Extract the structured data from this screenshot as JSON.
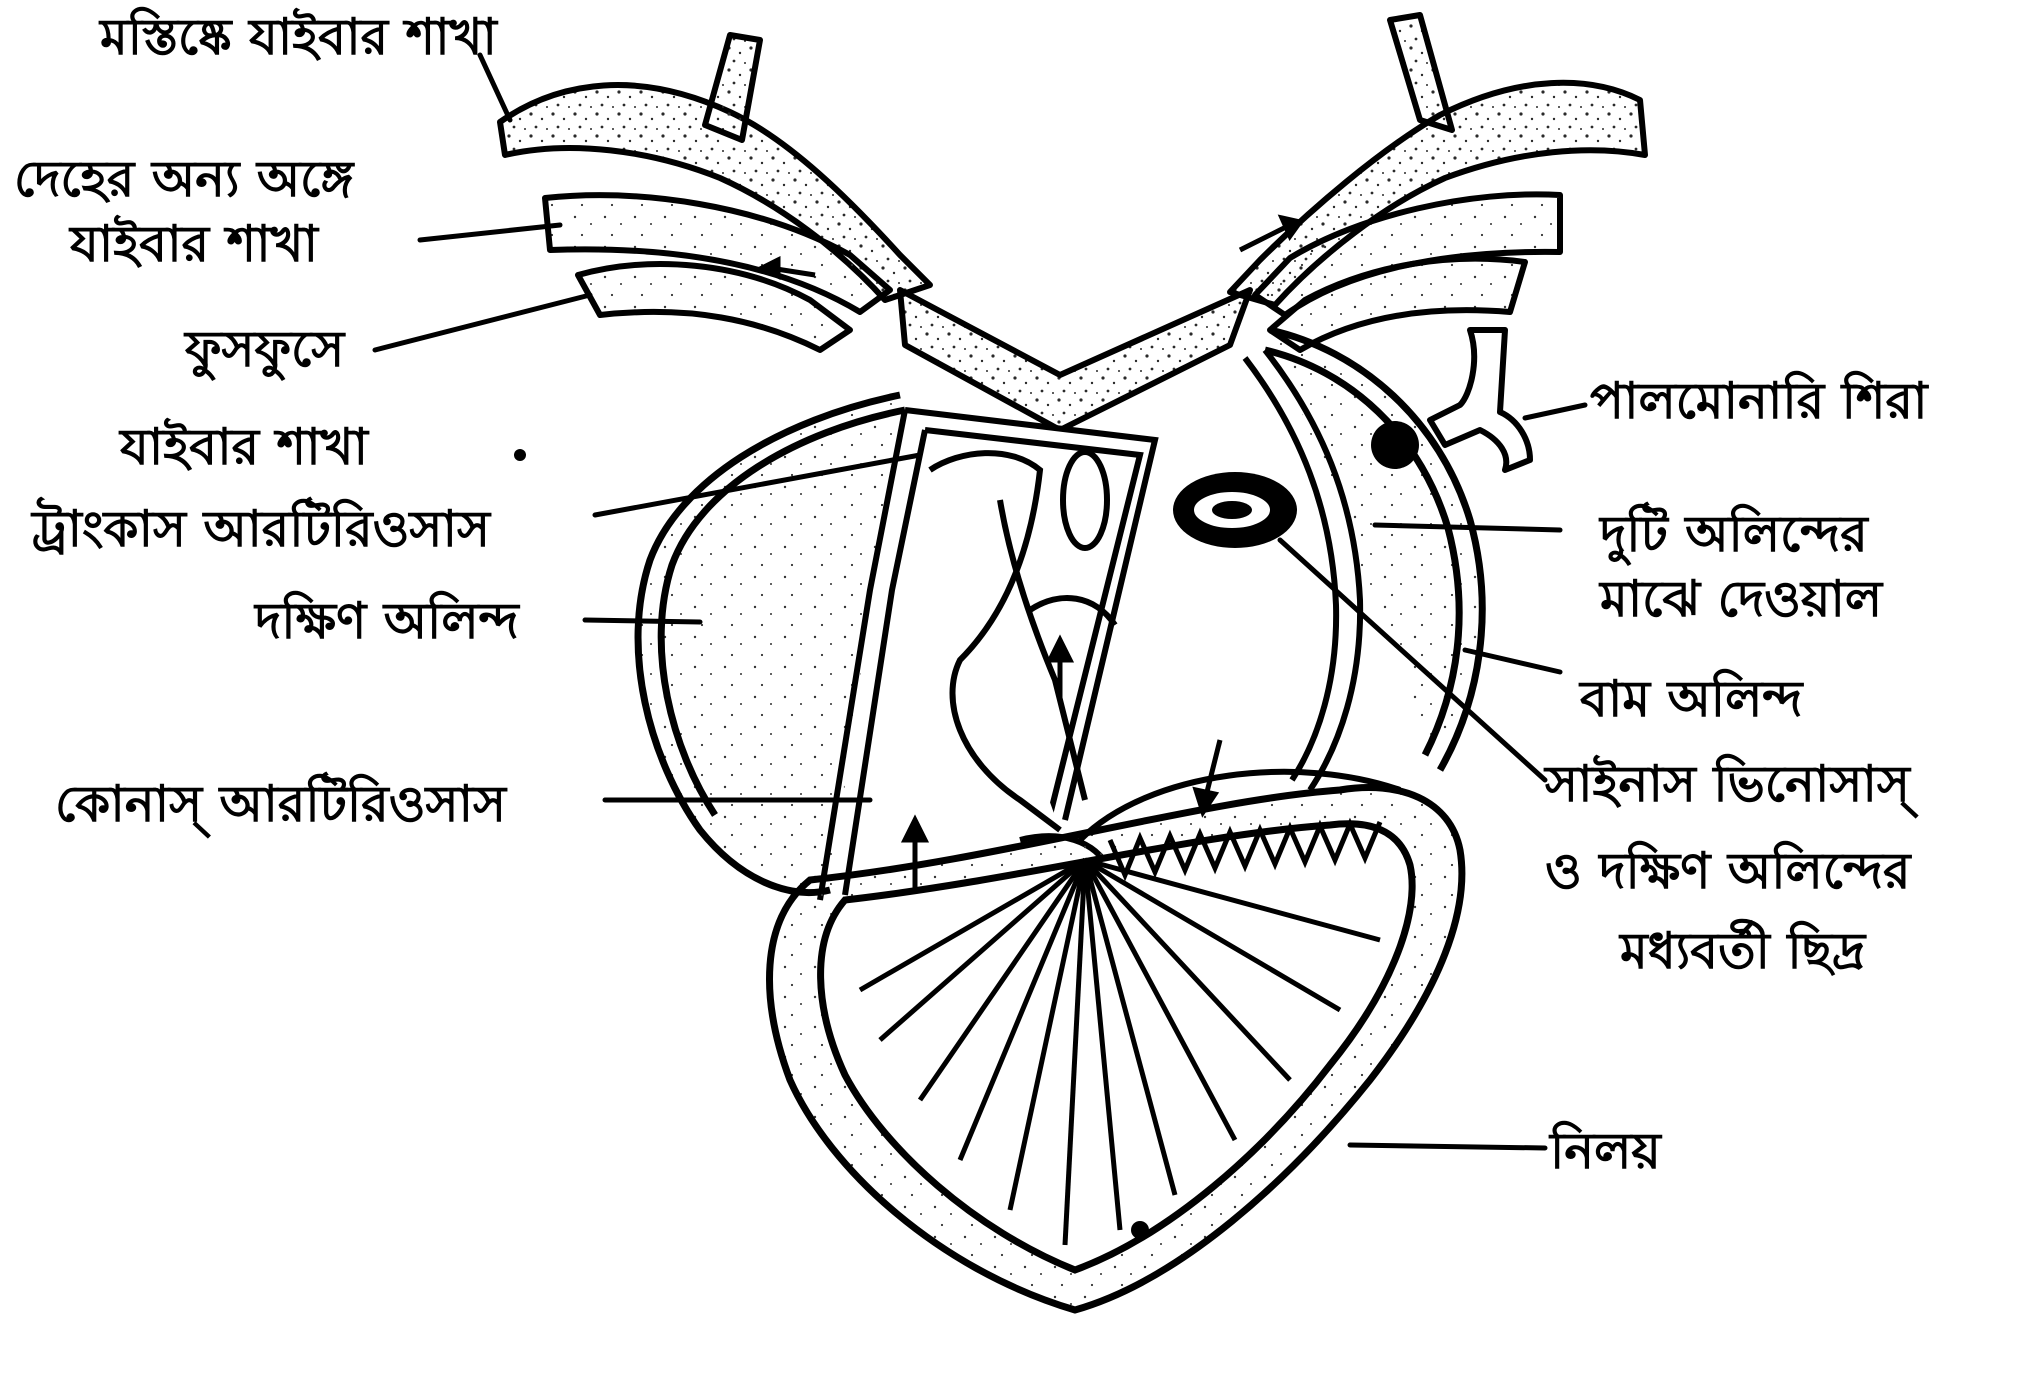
{
  "labels": {
    "brain_branch": "মস্তিষ্কে যাইবার শাখা",
    "body_branch_1": "দেহের অন্য অঙ্গে",
    "body_branch_2": "যাইবার শাখা",
    "lung_branch_1": "ফুসফুসে",
    "lung_branch_2": "যাইবার শাখা",
    "truncus": "ট্রাংকাস আরটিরিওসাস",
    "right_atrium": "দক্ষিণ অলিন্দ",
    "conus": "কোনাস্ আরটিরিওসাস",
    "pulmonary_vein": "পালমোনারি শিরা",
    "septum_1": "দুটি অলিন্দের",
    "septum_2": "মাঝে দেওয়াল",
    "left_atrium": "বাম অলিন্দ",
    "sinus_1": "সাইনাস ভিনোসাস্",
    "sinus_2": "ও দক্ষিণ অলিন্দের",
    "sinus_3": "মধ্যবর্তী ছিদ্র",
    "ventricle": "নিলয়"
  },
  "colors": {
    "ink": "#000000",
    "paper": "#ffffff",
    "stipple": "#2a2a2a"
  }
}
